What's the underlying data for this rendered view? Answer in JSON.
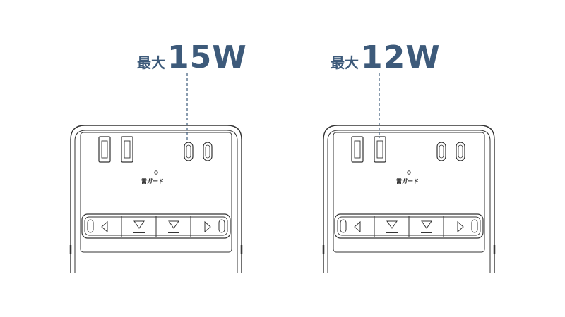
{
  "devices": [
    {
      "id": "left",
      "label_prefix": "最大",
      "label_value": "15W",
      "guard_text": "雷ガード"
    },
    {
      "id": "right",
      "label_prefix": "最大",
      "label_value": "12W",
      "guard_text": "雷ガード"
    }
  ],
  "colors": {
    "accent": "#3d5a7a",
    "line": "#333333",
    "dash": "#3d5a7a"
  },
  "icons": [
    "usb-port-icon",
    "usb-c-port-icon",
    "arrow-left-icon",
    "arrow-down-icon",
    "arrow-right-icon",
    "indicator-led-icon"
  ]
}
